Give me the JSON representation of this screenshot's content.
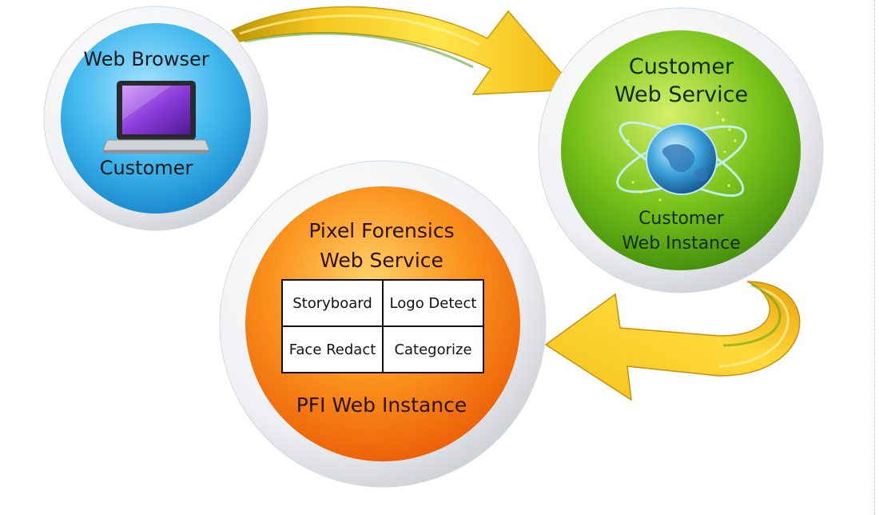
{
  "browser_node": {
    "title": "Web Browser",
    "subtitle": "Customer",
    "icon": "laptop-icon",
    "color": "#37b6ec"
  },
  "customer_service_node": {
    "title_line1": "Customer",
    "title_line2": "Web Service",
    "icon": "globe-icon",
    "subtitle_line1": "Customer",
    "subtitle_line2": "Web Instance",
    "color": "#6ebd1a"
  },
  "pfi_node": {
    "title_line1": "Pixel Forensics",
    "title_line2": "Web Service",
    "services": [
      [
        "Storyboard",
        "Logo Detect"
      ],
      [
        "Face Redact",
        "Categorize"
      ]
    ],
    "footer": "PFI Web Instance",
    "color": "#fb8a17"
  },
  "arrow_color": "#f6c41e"
}
